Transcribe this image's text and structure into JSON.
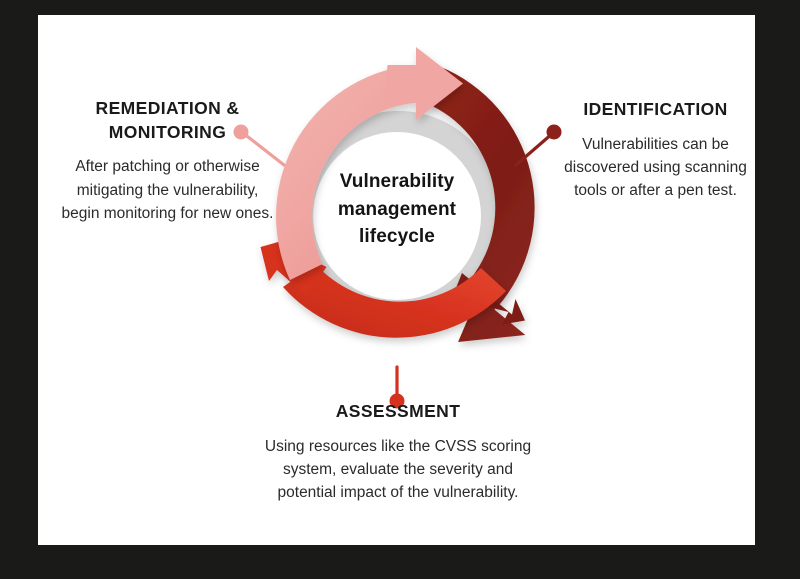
{
  "canvas": {
    "frame_color": "#1a1a19",
    "card_color": "#ffffff"
  },
  "diagram": {
    "title": "Vulnerability management lifecycle",
    "center_lines": [
      "Vulnerability",
      "management",
      "lifecycle"
    ],
    "type": "cycle-diagram",
    "inner_ring_color": "#d4d4d4",
    "stages": [
      {
        "id": "identification",
        "heading": "IDENTIFICATION",
        "body": "Vulnerabilities can be discovered using scanning tools or after a pen test.",
        "color": "#8b211a",
        "arc_start_deg": 0,
        "arc_end_deg": 125,
        "connector_dot": "#8b211a"
      },
      {
        "id": "assessment",
        "heading": "ASSESSMENT",
        "body": "Using resources like the CVSS scoring system, evaluate the severity and potential impact of the vulnerability.",
        "color": "#d6311f",
        "arc_start_deg": 125,
        "arc_end_deg": 240,
        "connector_dot": "#d6311f"
      },
      {
        "id": "remediation",
        "heading": "REMEDIATION & MONITORING",
        "body": "After patching or otherwise mitigating the vulnerability, begin monitoring for new ones.",
        "color": "#f0a09c",
        "arc_start_deg": 240,
        "arc_end_deg": 360,
        "connector_dot": "#f0a09c"
      }
    ]
  },
  "labels": {
    "remediation": {
      "heading_line1": "REMEDIATION &",
      "heading_line2": "MONITORING",
      "body": "After patching or otherwise mitigating the vulnerability, begin monitoring for new ones."
    },
    "identification": {
      "heading": "IDENTIFICATION",
      "body": "Vulnerabilities can be discovered using scanning tools or after a pen test."
    },
    "assessment": {
      "heading": "ASSESSMENT",
      "body": "Using resources like the CVSS scoring system, evaluate the severity and potential impact of the vulnerability."
    }
  }
}
